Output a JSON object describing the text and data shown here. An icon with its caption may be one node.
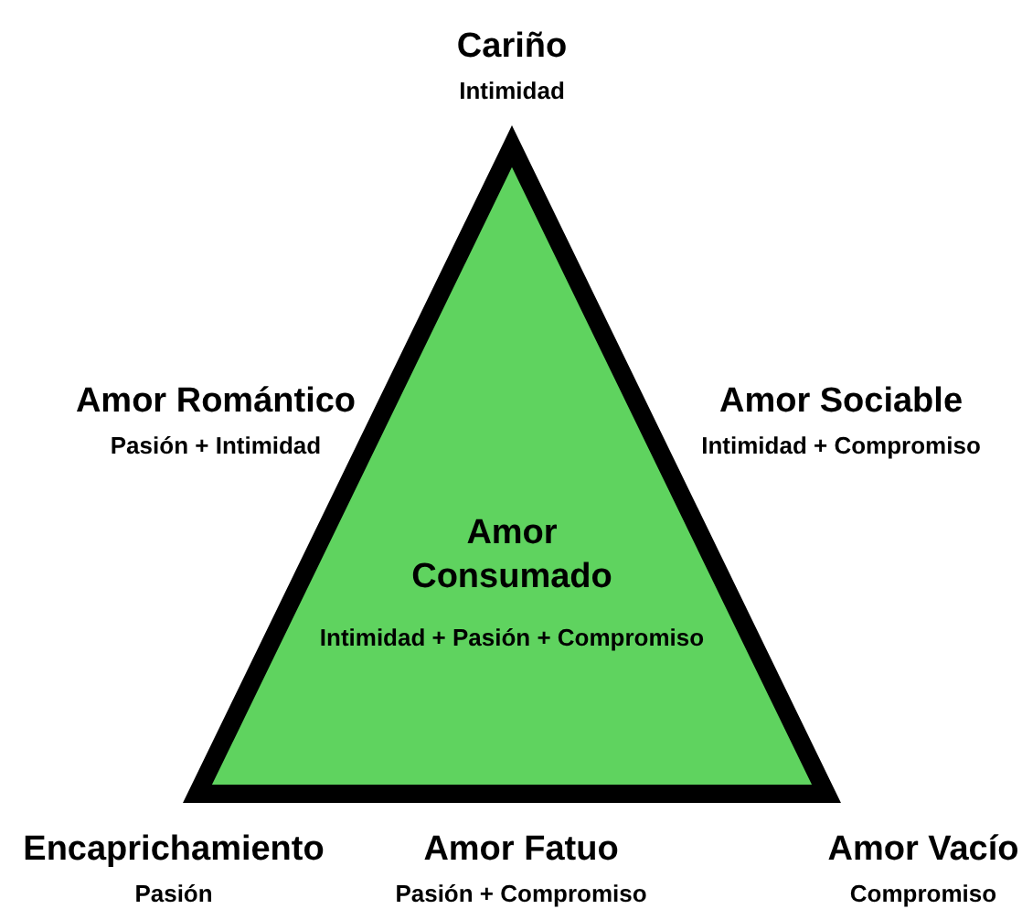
{
  "diagram": {
    "nodes": [
      {
        "text": [
          "Amor Consumado",
          "Intimidad + Pasión + Compromiso"
        ]
      }
    ],
    "edges": [],
    "labels": [
      "Cariño",
      "Intimidad",
      "Amor Romántico",
      "Pasión + Intimidad",
      "Amor Sociable",
      "Intimidad + Compromiso",
      "Encaprichamiento",
      "Pasión",
      "Amor Fatuo",
      "Pasión + Compromiso",
      "Amor Vacío",
      "Compromiso"
    ]
  }
}
